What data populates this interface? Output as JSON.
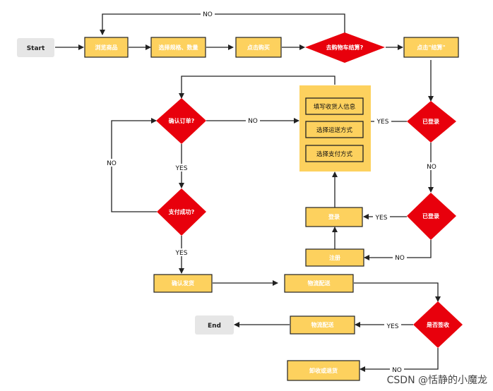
{
  "terminals": {
    "start": "Start",
    "end": "End"
  },
  "boxes": {
    "browse": "浏览商品",
    "choose": "选择规格、数量",
    "buy": "点击购买",
    "click_checkout": "点击\"结算\"",
    "login": "登录",
    "register": "注册",
    "confirm_ship": "确认发货",
    "logistics": "物流配送",
    "logistics2": "物流配送",
    "refund": "卸收或退货"
  },
  "info_panel": {
    "items": [
      "填写收货人信息",
      "选择运送方式",
      "选择支付方式"
    ]
  },
  "diamonds": {
    "go_cart": "去购物车结算?",
    "logged_in": "已登录",
    "logged_in2": "已登录",
    "confirm_order": "确认订单?",
    "pay_success": "支付成功?",
    "signed": "是否签收"
  },
  "edges": {
    "no_top": "NO",
    "yes_logged": "YES",
    "no_logged": "NO",
    "yes_logged2": "YES",
    "no_logged2": "NO",
    "no_confirm": "NO",
    "yes_confirm": "YES",
    "no_pay": "NO",
    "yes_pay": "YES",
    "yes_signed": "YES",
    "no_signed": "NO"
  },
  "watermark": "CSDN @恬静的小魔龙",
  "colors": {
    "box_fill": "#FDD15E",
    "box_stroke": "#222222",
    "diamond_fill": "#E8000C",
    "panel_fill": "#FDD15E",
    "terminal_fill": "#E6E6E6",
    "line": "#222222"
  }
}
